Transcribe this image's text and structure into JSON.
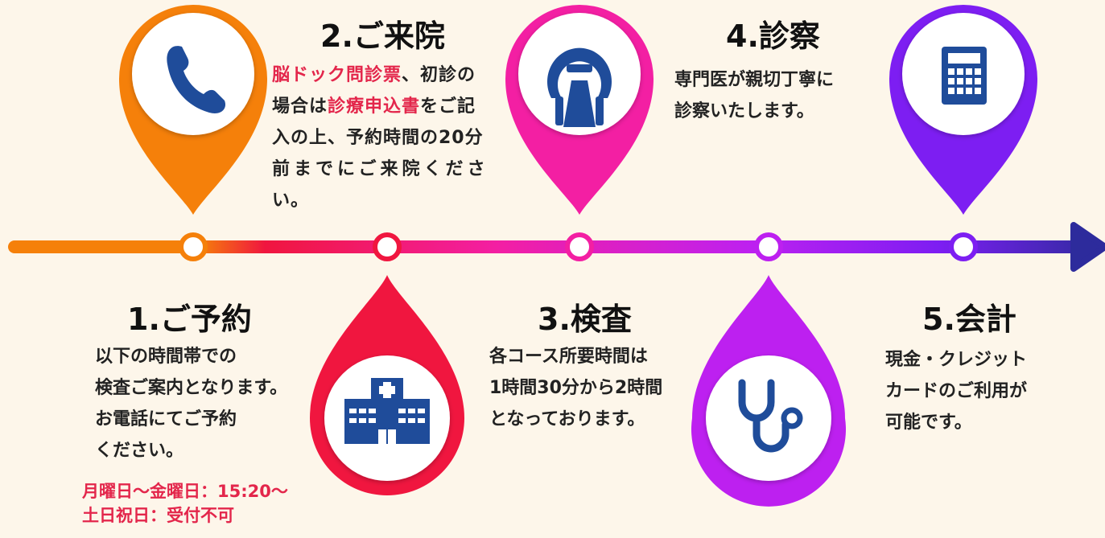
{
  "colors": {
    "background": "#fdf6ea",
    "step1": "#f5800a",
    "step2": "#f0163f",
    "step3": "#f31fa3",
    "step4": "#bd20f0",
    "step5": "#7d1ef2",
    "arrow_end": "#2d2b9c",
    "highlight": "#e3264b",
    "icon": "#1f4c9a"
  },
  "steps": [
    {
      "title": "1.ご予約",
      "icon": "phone-icon",
      "desc_lines": [
        "以下の時間帯での",
        "検査ご案内となります。",
        "お電話にてご予約",
        "ください。"
      ],
      "hours": [
        "月曜日〜金曜日：15:20〜",
        "土日祝日：受付不可"
      ]
    },
    {
      "title": "2.ご来院",
      "icon": "hospital-icon",
      "desc": {
        "l1_a": "脳ドック問診票",
        "l1_b": "、初診の",
        "l2_a": "場合は",
        "l2_b": "診療申込書",
        "l2_c": "をご記",
        "l3": "入の上、予約時間の20分",
        "l4": "前までにご来院くださ",
        "l5": "い。"
      }
    },
    {
      "title": "3.検査",
      "icon": "mri-scanner-icon",
      "desc_lines": [
        "各コース所要時間は",
        "1時間30分から2時間",
        "となっております。"
      ]
    },
    {
      "title": "4.診察",
      "icon": "stethoscope-icon",
      "desc_lines": [
        "専門医が親切丁寧に",
        "診察いたします。"
      ]
    },
    {
      "title": "5.会計",
      "icon": "calculator-icon",
      "desc_lines": [
        "現金・クレジット",
        "カードのご利用が",
        "可能です。"
      ]
    }
  ]
}
